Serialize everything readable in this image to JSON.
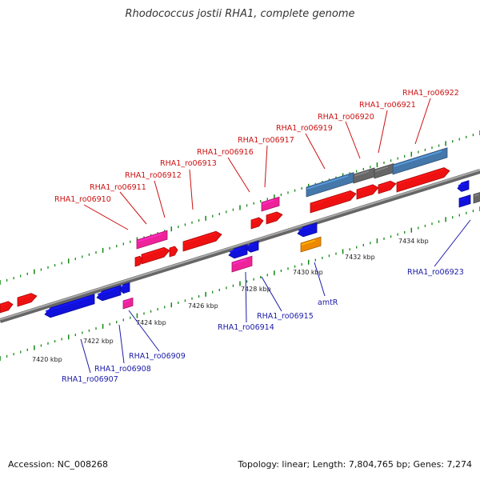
{
  "title": "Rhodococcus jostii RHA1, complete genome",
  "footer": {
    "accession": "Accession: NC_008268",
    "summary": "Topology: linear; Length: 7,804,765 bp; Genes: 7,274"
  },
  "colors": {
    "forward_gene": "#ee1111",
    "reverse_gene": "#1111dd",
    "pink_gene": "#ee2299",
    "orange_gene": "#ee8800",
    "steel_blue": "#4477aa",
    "gray_gene": "#666666",
    "backbone": "#888888",
    "tick": "#118811",
    "label_forward": "#cc1111",
    "label_reverse": "#1a1aa8"
  },
  "ticks": [
    "7420 kbp",
    "7422 kbp",
    "7424 kbp",
    "7426 kbp",
    "7428 kbp",
    "7430 kbp",
    "7432 kbp",
    "7434 kbp"
  ],
  "top_labels": [
    "RHA1_ro06910",
    "RHA1_ro06911",
    "RHA1_ro06912",
    "RHA1_ro06913",
    "RHA1_ro06916",
    "RHA1_ro06917",
    "RHA1_ro06919",
    "RHA1_ro06920",
    "RHA1_ro06921",
    "RHA1_ro06922"
  ],
  "bottom_labels": [
    "RHA1_ro06907",
    "RHA1_ro06908",
    "RHA1_ro06909",
    "RHA1_ro06914",
    "RHA1_ro06915",
    "amtR",
    "RHA1_ro06923"
  ]
}
